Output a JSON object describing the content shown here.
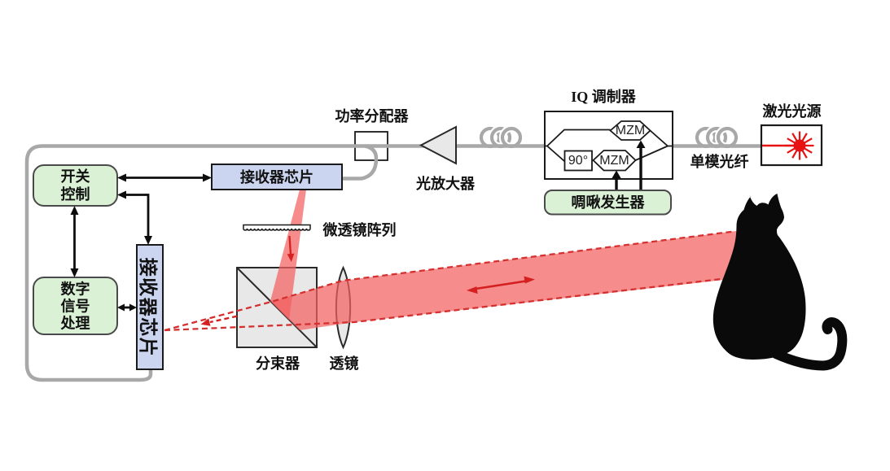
{
  "diagram": {
    "title_context": "FMCW coherent LiDAR cat-detection optical system diagram",
    "labels": {
      "power_splitter": "功率分配器",
      "optical_amplifier": "光放大器",
      "iq_modulator": "IQ 调制器",
      "mzm_top": "MZM",
      "mzm_bottom": "MZM",
      "phase_shift": "90°",
      "chirp_generator": "啁啾发生器",
      "single_mode_fiber": "单模光纤",
      "laser_source": "激光光源",
      "receiver_chip_horizontal": "接收器芯片",
      "receiver_chip_vertical": "接收器芯片",
      "switch_control_line1": "开关",
      "switch_control_line2": "控制",
      "dsp_line1": "数字",
      "dsp_line2": "信号",
      "dsp_line3": "处理",
      "microlens_array": "微透镜阵列",
      "beam_splitter": "分束器",
      "lens": "透镜"
    },
    "colors": {
      "fiber_gray": "#a8a8a8",
      "box_green_fill": "#daf1d6",
      "box_blue_fill": "#ccd5f0",
      "shape_gray_fill": "#e8e8e8",
      "beam_red": "#f06060",
      "beam_dash_red": "#d43030",
      "laser_red": "#e81212",
      "arrow_black": "#0d0d0d"
    }
  }
}
